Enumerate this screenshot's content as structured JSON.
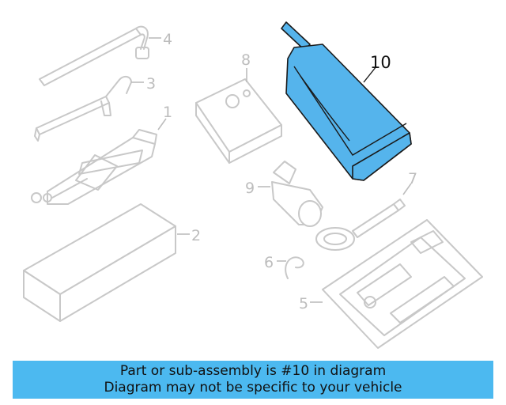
{
  "callouts": {
    "p1": "1",
    "p2": "2",
    "p3": "3",
    "p4": "4",
    "p5": "5",
    "p6": "6",
    "p7": "7",
    "p8": "8",
    "p9": "9",
    "p10": "10"
  },
  "highlight_color": "#55b4ec",
  "banner": {
    "line1": "Part or sub-assembly is #10 in diagram",
    "line2": "Diagram may not be specific to your vehicle",
    "color": "#4cb9f0"
  }
}
